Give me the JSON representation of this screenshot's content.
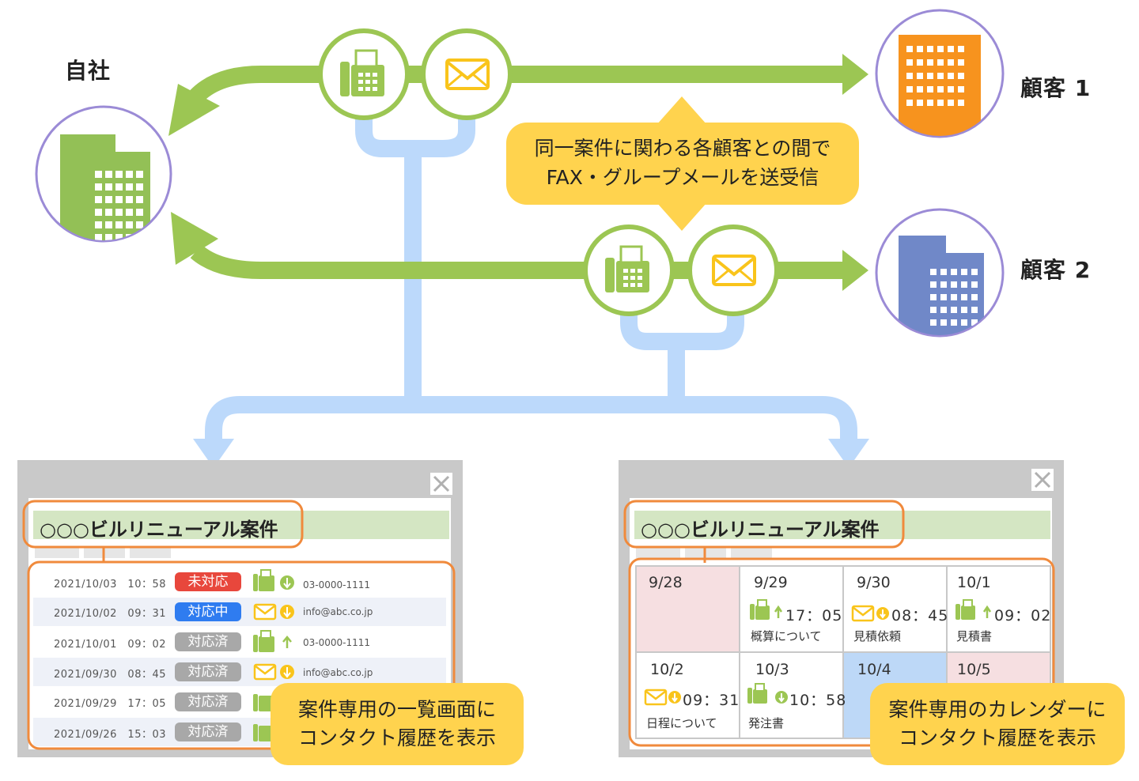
{
  "labels": {
    "own_company": "自社",
    "customer1": "顧客 1",
    "customer2": "顧客 2"
  },
  "callout_top": {
    "line1": "同一案件に関わる各顧客との間で",
    "line2": "FAX・グループメールを送受信"
  },
  "list_window": {
    "title": "○○○ビルリニューアル案件",
    "rows": [
      {
        "datetime": "2021/10/03　10：58",
        "status": "未対応",
        "channel": "fax",
        "direction": "in",
        "contact": "03-0000-1111"
      },
      {
        "datetime": "2021/10/02　09：31",
        "status": "対応中",
        "channel": "mail",
        "direction": "in",
        "contact": "info@abc.co.jp"
      },
      {
        "datetime": "2021/10/01　09：02",
        "status": "対応済",
        "channel": "fax",
        "direction": "out",
        "contact": "03-0000-1111"
      },
      {
        "datetime": "2021/09/30　08：45",
        "status": "対応済",
        "channel": "mail",
        "direction": "in",
        "contact": "info@abc.co.jp"
      },
      {
        "datetime": "2021/09/29　17：05",
        "status": "対応済",
        "channel": "fax",
        "direction": "",
        "contact": ""
      },
      {
        "datetime": "2021/09/26　15：03",
        "status": "対応済",
        "channel": "fax",
        "direction": "",
        "contact": ""
      }
    ],
    "callout_line1": "案件専用の一覧画面に",
    "callout_line2": "コンタクト履歴を表示"
  },
  "calendar_window": {
    "title": "○○○ビルリニューアル案件",
    "cells": [
      {
        "date": "9/28",
        "time": "",
        "note": "",
        "channel": "",
        "direction": ""
      },
      {
        "date": "9/29",
        "time": "17：05",
        "note": "概算について",
        "channel": "fax",
        "direction": "out"
      },
      {
        "date": "9/30",
        "time": "08：45",
        "note": "見積依頼",
        "channel": "mail",
        "direction": "in"
      },
      {
        "date": "10/1",
        "time": "09：02",
        "note": "見積書",
        "channel": "fax",
        "direction": "out"
      },
      {
        "date": "10/2",
        "time": "09：31",
        "note": "日程について",
        "channel": "mail",
        "direction": "in"
      },
      {
        "date": "10/3",
        "time": "10：58",
        "note": "発注書",
        "channel": "fax",
        "direction": "in"
      },
      {
        "date": "10/4",
        "time": "",
        "note": "",
        "channel": "",
        "direction": ""
      },
      {
        "date": "10/5",
        "time": "",
        "note": "",
        "channel": "",
        "direction": ""
      }
    ],
    "callout_line1": "案件専用のカレンダーに",
    "callout_line2": "コンタクト履歴を表示"
  },
  "colors": {
    "green_arrow": "#9CC653",
    "blue_pipe": "#BCD9FB",
    "purple_ring": "#9B8BD6",
    "orange_building": "#F7931E",
    "blue_building": "#7088C8",
    "green_building": "#93C056",
    "callout": "#FFD34E",
    "status_new": "#E8473C",
    "status_progress": "#2F7CF0",
    "status_done": "#A8A8A8",
    "highlight_orange": "#F08A3C"
  }
}
